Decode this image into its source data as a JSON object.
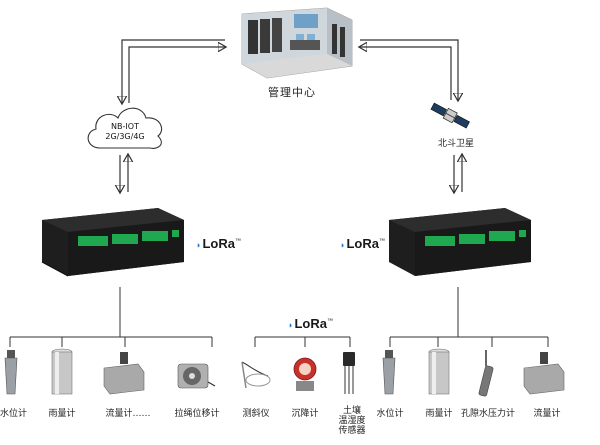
{
  "management_center": {
    "label": "管理中心"
  },
  "cloud": {
    "line1": "NB-IOT",
    "line2": "2G/3G/4G"
  },
  "satellite": {
    "label": "北斗卫星"
  },
  "lora": {
    "text": "LoRa",
    "tm": "™"
  },
  "sensors": {
    "left": [
      {
        "label": "水位计"
      },
      {
        "label": "雨量计"
      },
      {
        "label": "流量计……"
      },
      {
        "label": "拉绳位移计"
      }
    ],
    "middle": [
      {
        "label": "测斜仪"
      },
      {
        "label": "沉降计"
      },
      {
        "label": "土壤\n温湿度\n传感器"
      }
    ],
    "right": [
      {
        "label": "水位计"
      },
      {
        "label": "雨量计"
      },
      {
        "label": "孔隙水压力计"
      },
      {
        "label": "流量计"
      }
    ]
  },
  "colors": {
    "line": "#333333",
    "device_body": "#1e1e1e",
    "terminal_green": "#1fa84f",
    "lora_wave": "#2b78c5",
    "gauge_red": "#c9302c"
  }
}
